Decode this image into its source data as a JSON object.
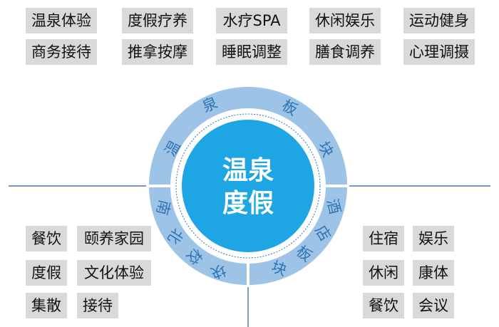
{
  "top_tags": [
    [
      "温泉体验",
      "度假疗养",
      "水疗SPA",
      "休闲娱乐",
      "运动健身"
    ],
    [
      "商务接待",
      "推拿按摩",
      "睡眠调整",
      "膳食调养",
      "心理调摄"
    ]
  ],
  "center": {
    "line1": "温泉",
    "line2": "度假"
  },
  "ring": {
    "top_chars": [
      "温",
      "泉",
      "板",
      "块"
    ],
    "left_chars": [
      "南",
      "北",
      "校",
      "块"
    ],
    "right_chars": [
      "酒",
      "店",
      "板",
      "块"
    ]
  },
  "left_tags": [
    [
      "餐饮",
      "颐养家园"
    ],
    [
      "度假",
      "文化体验"
    ],
    [
      "集散",
      "接待"
    ]
  ],
  "right_tags": [
    [
      "住宿",
      "娱乐"
    ],
    [
      "休闲",
      "康体"
    ],
    [
      "餐饮",
      "会议"
    ]
  ],
  "colors": {
    "tag_bg": "#d9d9d9",
    "ring_top": "#9dc3e6",
    "ring_bottom": "#9dc3e6",
    "ring_char": "#2e75b6",
    "center_fill": "#1ea6e4",
    "center_text": "#ffffff",
    "divider": "#2f5597"
  }
}
